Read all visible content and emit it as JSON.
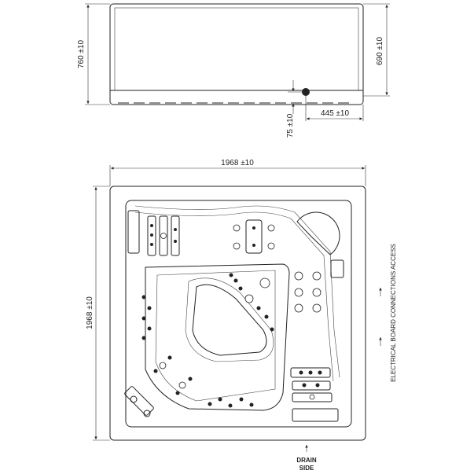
{
  "side_view": {
    "height_total": "760 ±10",
    "height_cabinet": "690 ±10",
    "drain_offset_horizontal": "445 ±10",
    "drain_height": "75 ±10"
  },
  "plan_view": {
    "width": "1968 ±10",
    "depth": "1968 ±10",
    "electrical_note": "ELECTRICAL BOARD CONNECTIONS ACCESS",
    "drain_label_line1": "DRAIN",
    "drain_label_line2": "SIDE"
  }
}
